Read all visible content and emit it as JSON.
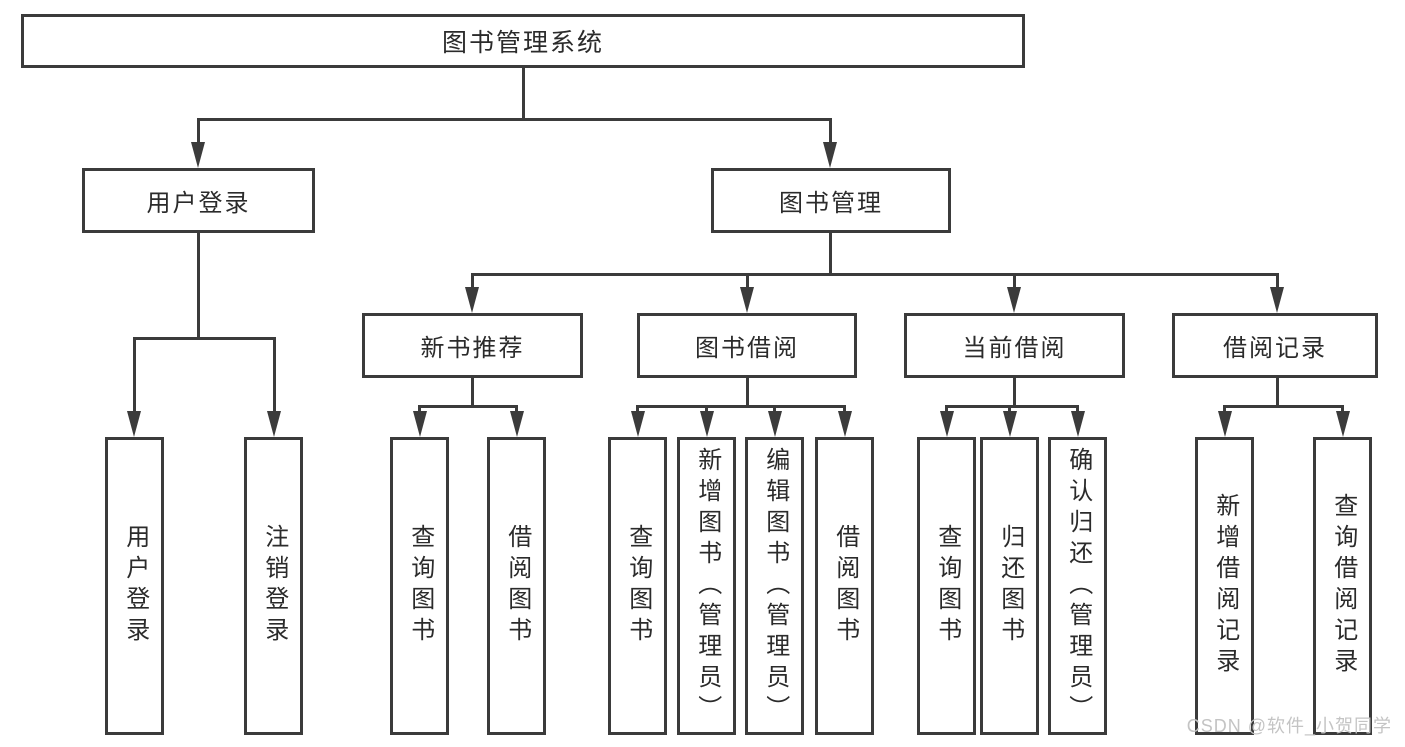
{
  "tree": {
    "label": "图书管理系统",
    "children": [
      {
        "label": "用户登录",
        "children": [
          {
            "label": "用户登录"
          },
          {
            "label": "注销登录"
          }
        ]
      },
      {
        "label": "图书管理",
        "children": [
          {
            "label": "新书推荐",
            "children": [
              {
                "label": "查询图书"
              },
              {
                "label": "借阅图书"
              }
            ]
          },
          {
            "label": "图书借阅",
            "children": [
              {
                "label": "查询图书"
              },
              {
                "label": "新增图书（管理员）"
              },
              {
                "label": "编辑图书（管理员）"
              },
              {
                "label": "借阅图书"
              }
            ]
          },
          {
            "label": "当前借阅",
            "children": [
              {
                "label": "查询图书"
              },
              {
                "label": "归还图书"
              },
              {
                "label": "确认归还（管理员）"
              }
            ]
          },
          {
            "label": "借阅记录",
            "children": [
              {
                "label": "新增借阅记录"
              },
              {
                "label": "查询借阅记录"
              }
            ]
          }
        ]
      }
    ]
  },
  "watermark": "CSDN @软件_小贺同学",
  "colors": {
    "line": "#3b3b3b",
    "text": "#2b2b2b",
    "watermark": "#c4c4c4"
  }
}
